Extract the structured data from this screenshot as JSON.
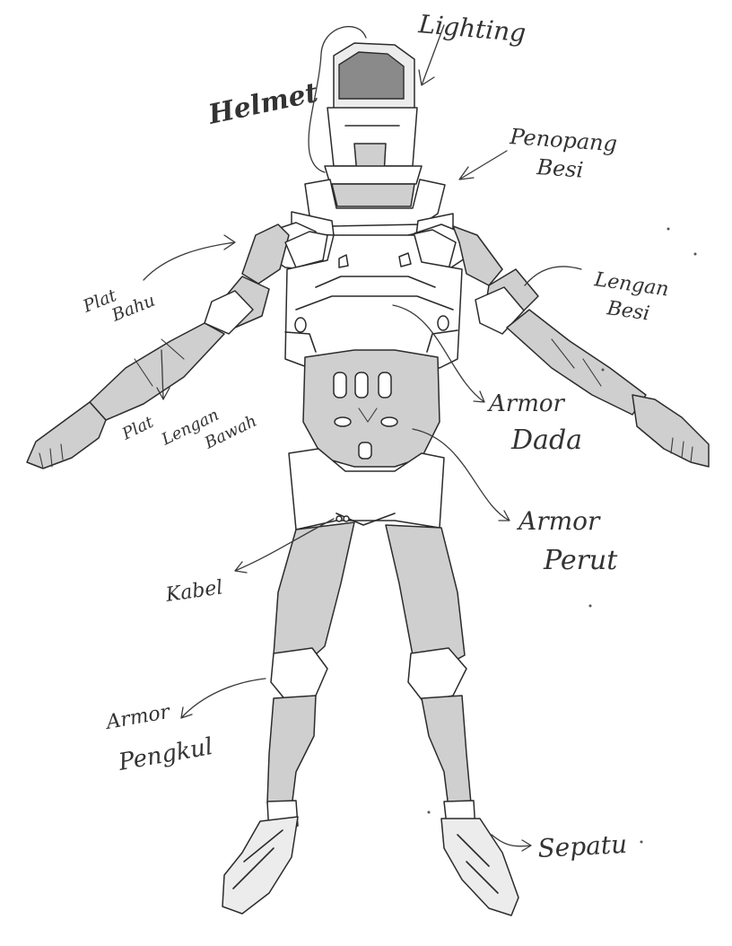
{
  "labels": {
    "lighting": "Lighting",
    "helmet": "Helmet",
    "penopang_1": "Penopang",
    "penopang_2": "Besi",
    "plat_bahu_1": "Plat",
    "plat_bahu_2": "Bahu",
    "lengan_besi_1": "Lengan",
    "lengan_besi_2": "Besi",
    "plat_lengan_1": "Plat",
    "plat_lengan_2": "Lengan",
    "plat_lengan_3": "Bawah",
    "armor_dada_1": "Armor",
    "armor_dada_2": "Dada",
    "armor_perut_1": "Armor",
    "armor_perut_2": "Perut",
    "kabel": "Kabel",
    "armor_pengkul_1": "Armor",
    "armor_pengkul_2": "Pengkul",
    "sepatu": "Sepatu"
  },
  "colors": {
    "ink": "#2b2b2b",
    "shade": "#cfcfcf",
    "background": "#ffffff"
  }
}
